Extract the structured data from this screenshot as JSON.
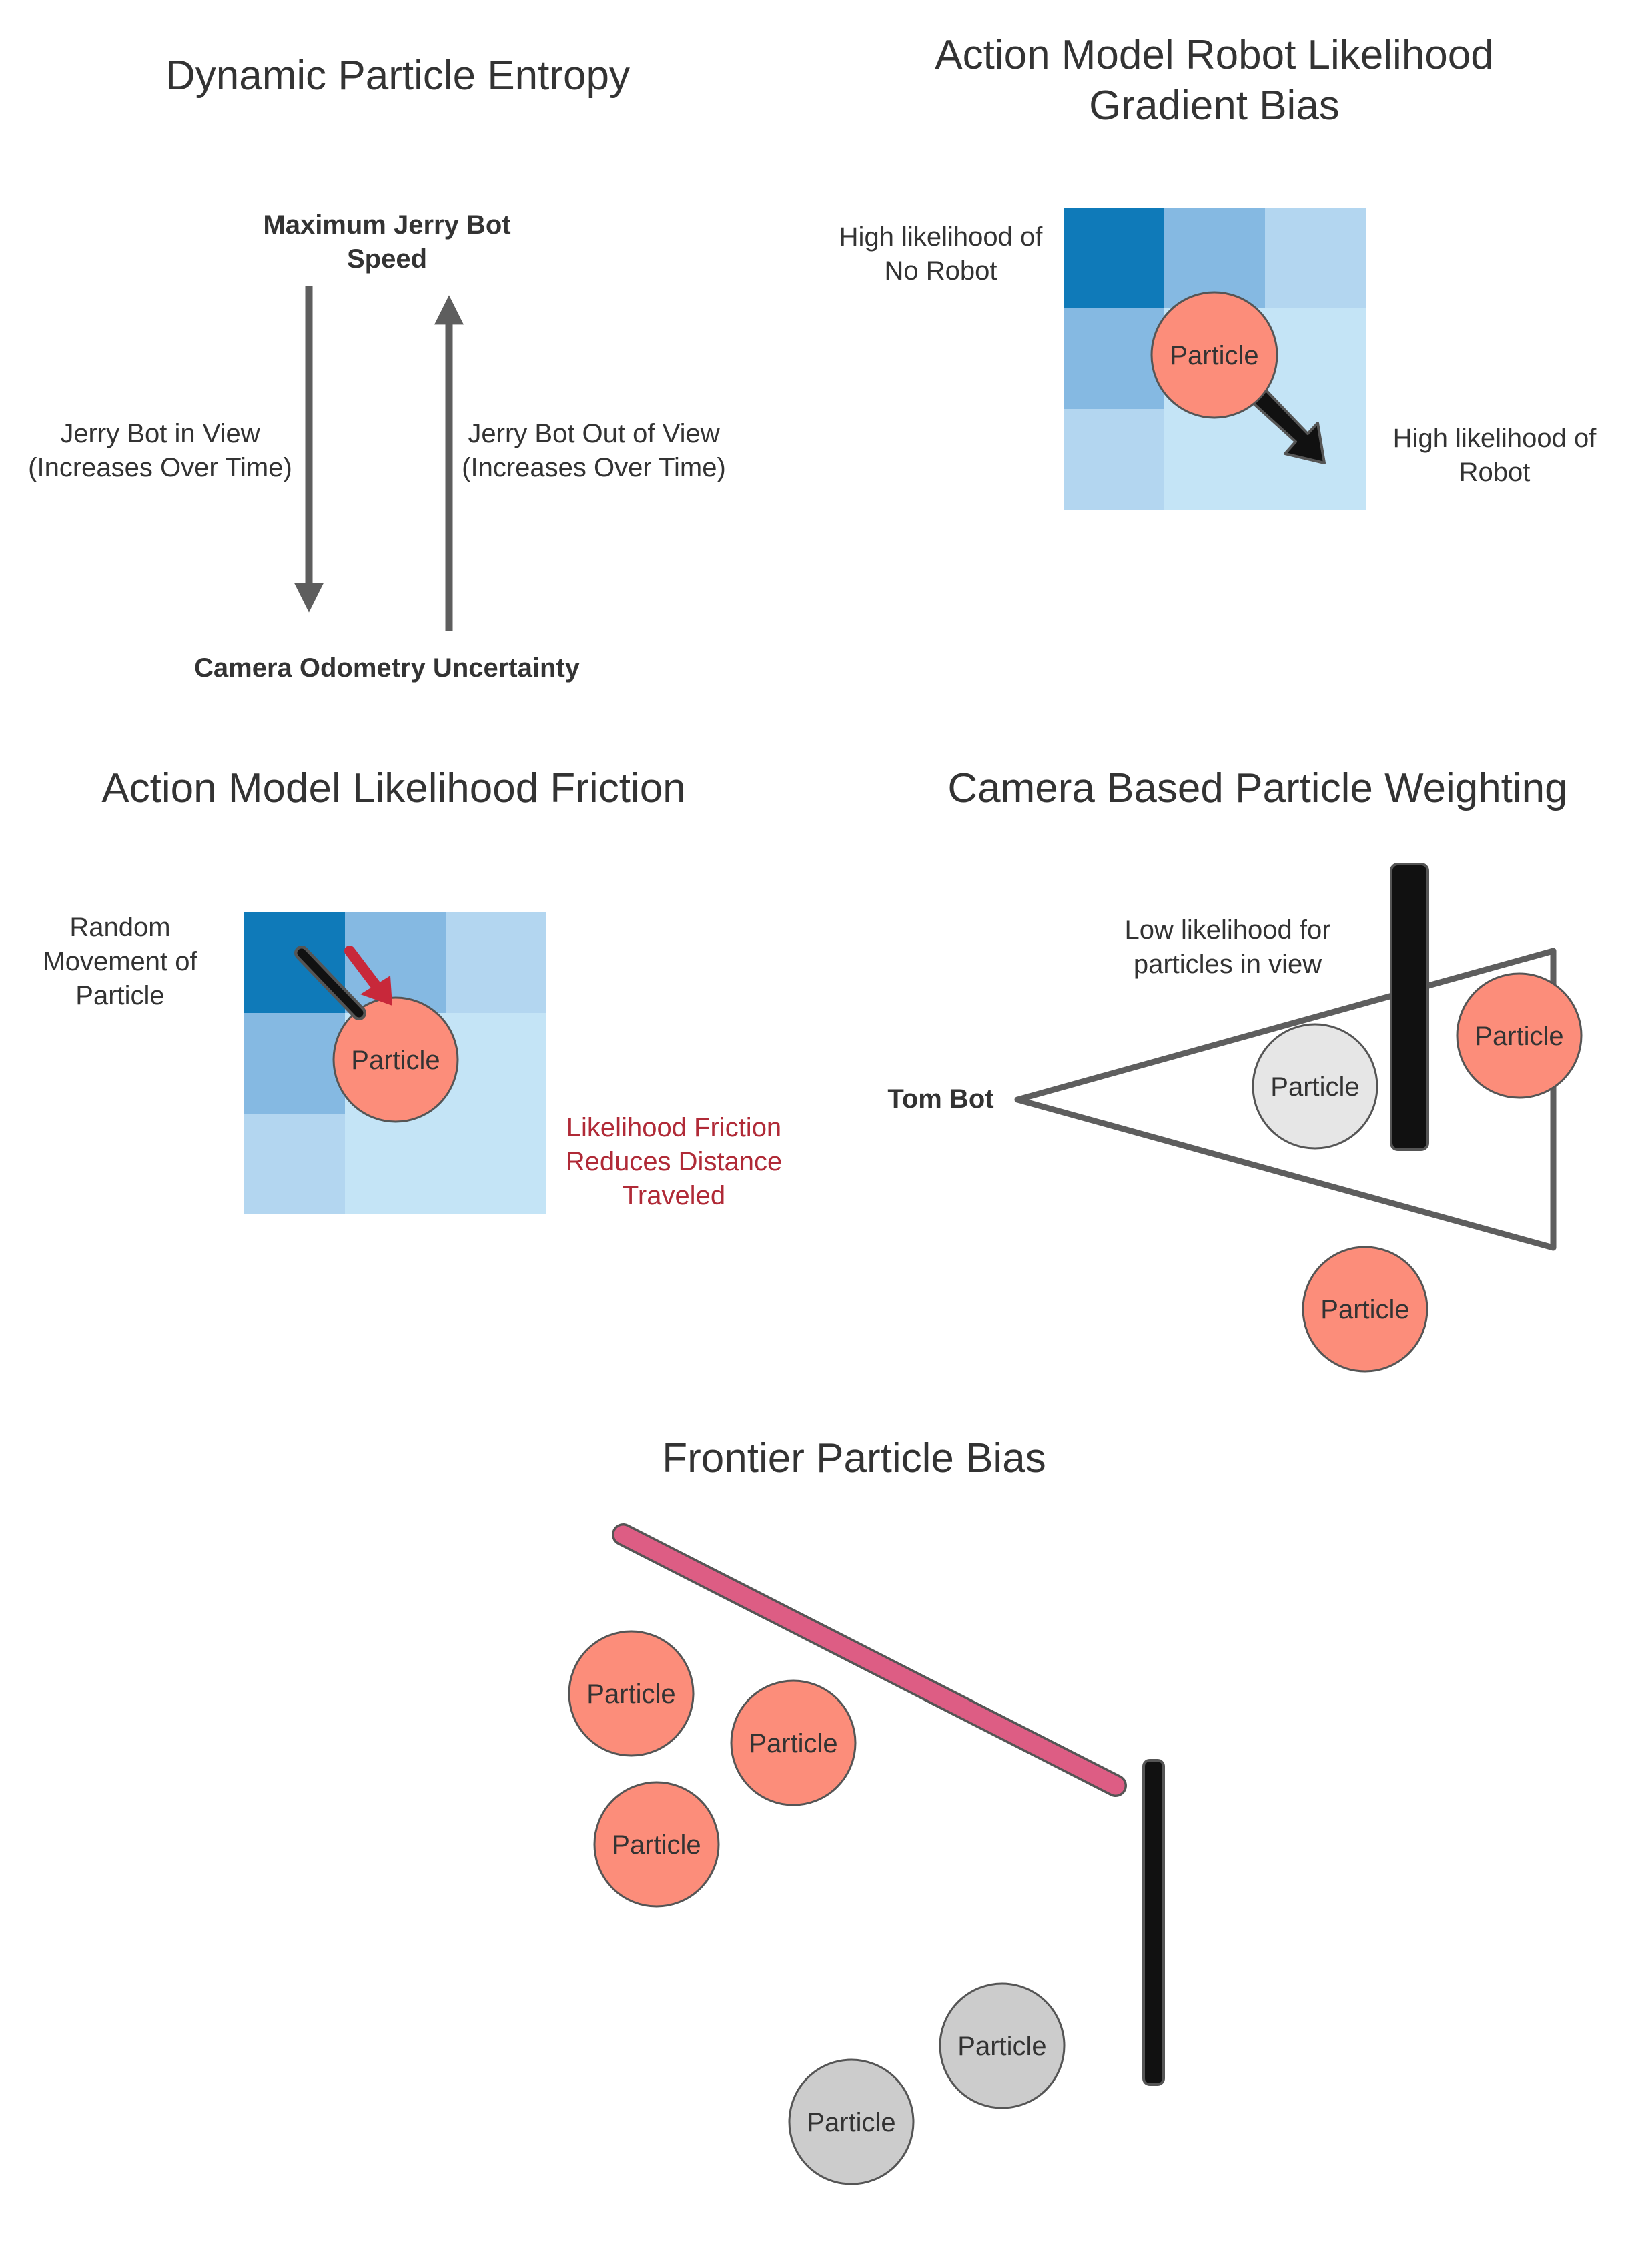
{
  "colors": {
    "grid_dark": "#0f7ab9",
    "grid_mid": "#85b9e2",
    "grid_light": "#b3d6f0",
    "grid_pale": "#c4e4f6",
    "particle_fill": "#fc8d7a",
    "particle_gray": "#cccccc",
    "particle_light_gray": "#e6e6e6",
    "friction_red": "#c8283a",
    "frontier_pink": "#dd5d84",
    "arrow_gray": "#5e5e5e",
    "text": "#333333"
  },
  "particle_label": "Particle",
  "panels": {
    "entropy": {
      "title": "Dynamic Particle Entropy",
      "top_label": [
        "Maximum Jerry Bot",
        "Speed"
      ],
      "bottom_label": "Camera Odometry Uncertainty",
      "left_arrow_label": [
        "Jerry Bot in View",
        "(Increases Over Time)"
      ],
      "right_arrow_label": [
        "Jerry Bot Out of View",
        "(Increases Over Time)"
      ]
    },
    "gradient": {
      "title": [
        "Action Model Robot Likelihood",
        "Gradient Bias"
      ],
      "label_no_robot": [
        "High likelihood of",
        "No Robot"
      ],
      "label_robot": [
        "High likelihood of",
        "Robot"
      ]
    },
    "friction": {
      "title": "Action Model Likelihood Friction",
      "label_random": [
        "Random",
        "Movement of",
        "Particle"
      ],
      "label_friction": [
        "Likelihood Friction",
        "Reduces Distance",
        "Traveled"
      ]
    },
    "camera": {
      "title": "Camera Based Particle Weighting",
      "label_low": [
        "Low likelihood for",
        "particles in view"
      ],
      "label_tom": "Tom Bot"
    },
    "frontier": {
      "title": "Frontier Particle Bias"
    }
  }
}
